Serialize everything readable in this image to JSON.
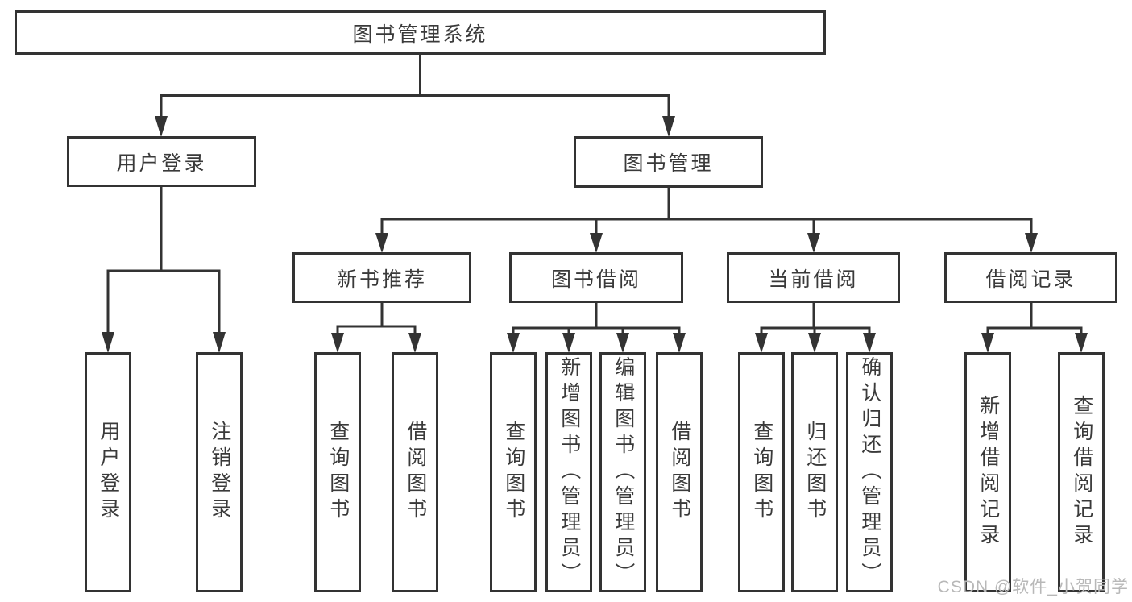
{
  "diagram": {
    "root": {
      "label": "图书管理系统"
    },
    "branches": {
      "user_login": {
        "label": "用户登录",
        "children": {
          "login": {
            "label": "用户登录"
          },
          "logout": {
            "label": "注销登录"
          }
        }
      },
      "book_management": {
        "label": "图书管理",
        "children": {
          "new_book_recommendation": {
            "label": "新书推荐",
            "children": {
              "query_books": {
                "label": "查询图书"
              },
              "borrow_books": {
                "label": "借阅图书"
              }
            }
          },
          "book_borrowing": {
            "label": "图书借阅",
            "children": {
              "query_books": {
                "label": "查询图书"
              },
              "add_books_admin": {
                "label": "新增图书（管理员）"
              },
              "edit_books_admin": {
                "label": "编辑图书（管理员）"
              },
              "borrow_books": {
                "label": "借阅图书"
              }
            }
          },
          "current_borrowing": {
            "label": "当前借阅",
            "children": {
              "query_books": {
                "label": "查询图书"
              },
              "return_books": {
                "label": "归还图书"
              },
              "confirm_return_admin": {
                "label": "确认归还（管理员）"
              }
            }
          },
          "borrowing_records": {
            "label": "借阅记录",
            "children": {
              "add_borrow_record": {
                "label": "新增借阅记录"
              },
              "query_borrow_record": {
                "label": "查询借阅记录"
              }
            }
          }
        }
      }
    }
  },
  "watermark": {
    "text": "CSDN @软件_小贺同学"
  },
  "colors": {
    "line": "#333333",
    "text": "#3a3a3a",
    "watermark": "#b8b8b8",
    "background": "#ffffff"
  }
}
